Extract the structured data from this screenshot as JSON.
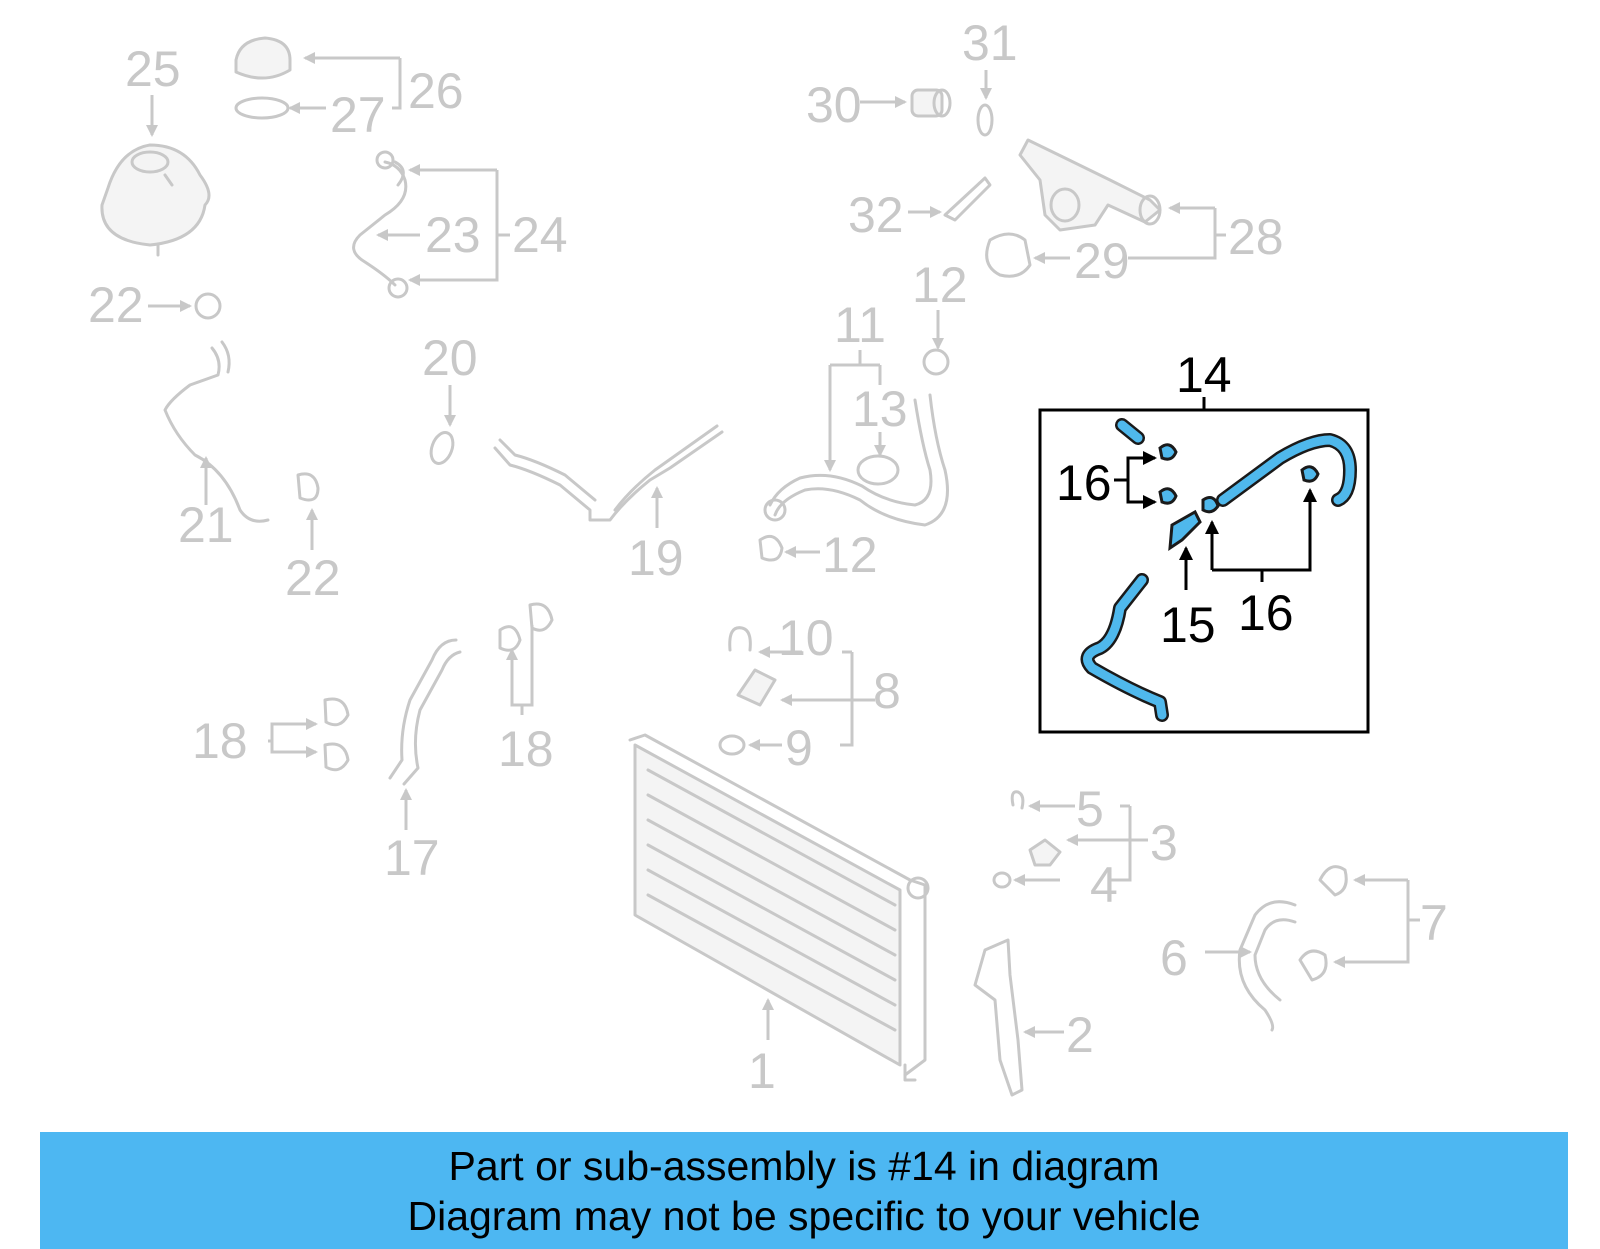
{
  "callouts": {
    "c1": "1",
    "c2": "2",
    "c3": "3",
    "c4": "4",
    "c5": "5",
    "c6": "6",
    "c7": "7",
    "c8": "8",
    "c9": "9",
    "c10": "10",
    "c11": "11",
    "c12a": "12",
    "c12b": "12",
    "c13": "13",
    "c14": "14",
    "c15": "15",
    "c16a": "16",
    "c16b": "16",
    "c17": "17",
    "c18a": "18",
    "c18b": "18",
    "c19": "19",
    "c20": "20",
    "c21": "21",
    "c22a": "22",
    "c22b": "22",
    "c23": "23",
    "c24": "24",
    "c25": "25",
    "c26": "26",
    "c27": "27",
    "c28": "28",
    "c29": "29",
    "c30": "30",
    "c31": "31",
    "c32": "32"
  },
  "highlight": {
    "color": "#4fb8ec",
    "part": "14"
  },
  "caption": {
    "line1": "Part or sub-assembly is #14 in diagram",
    "line2": "Diagram may not be specific to your vehicle",
    "background": "#4db7f2"
  }
}
